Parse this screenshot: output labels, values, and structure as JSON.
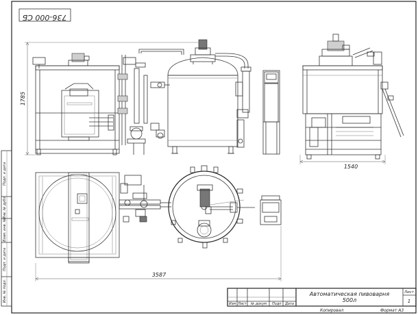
{
  "sheet": {
    "code": "736-000 СБ",
    "title_line1": "Автоматическая пивоварня",
    "title_line2": "500л",
    "sheet_label": "Лист",
    "sheet_number": "1",
    "copied_label": "Копировал",
    "format_label": "Формат А3",
    "revision_headers": [
      "Изм",
      "Лист",
      "№ докум",
      "Подп",
      "Дата"
    ],
    "side_stamp": [
      "Подп. и дата",
      "Инв. № дубл.",
      "Взам. инв. №",
      "Подп. и дата",
      "Инв. № подл."
    ]
  },
  "dimensions": {
    "height": "1785",
    "depth": "1540",
    "length": "3587"
  }
}
